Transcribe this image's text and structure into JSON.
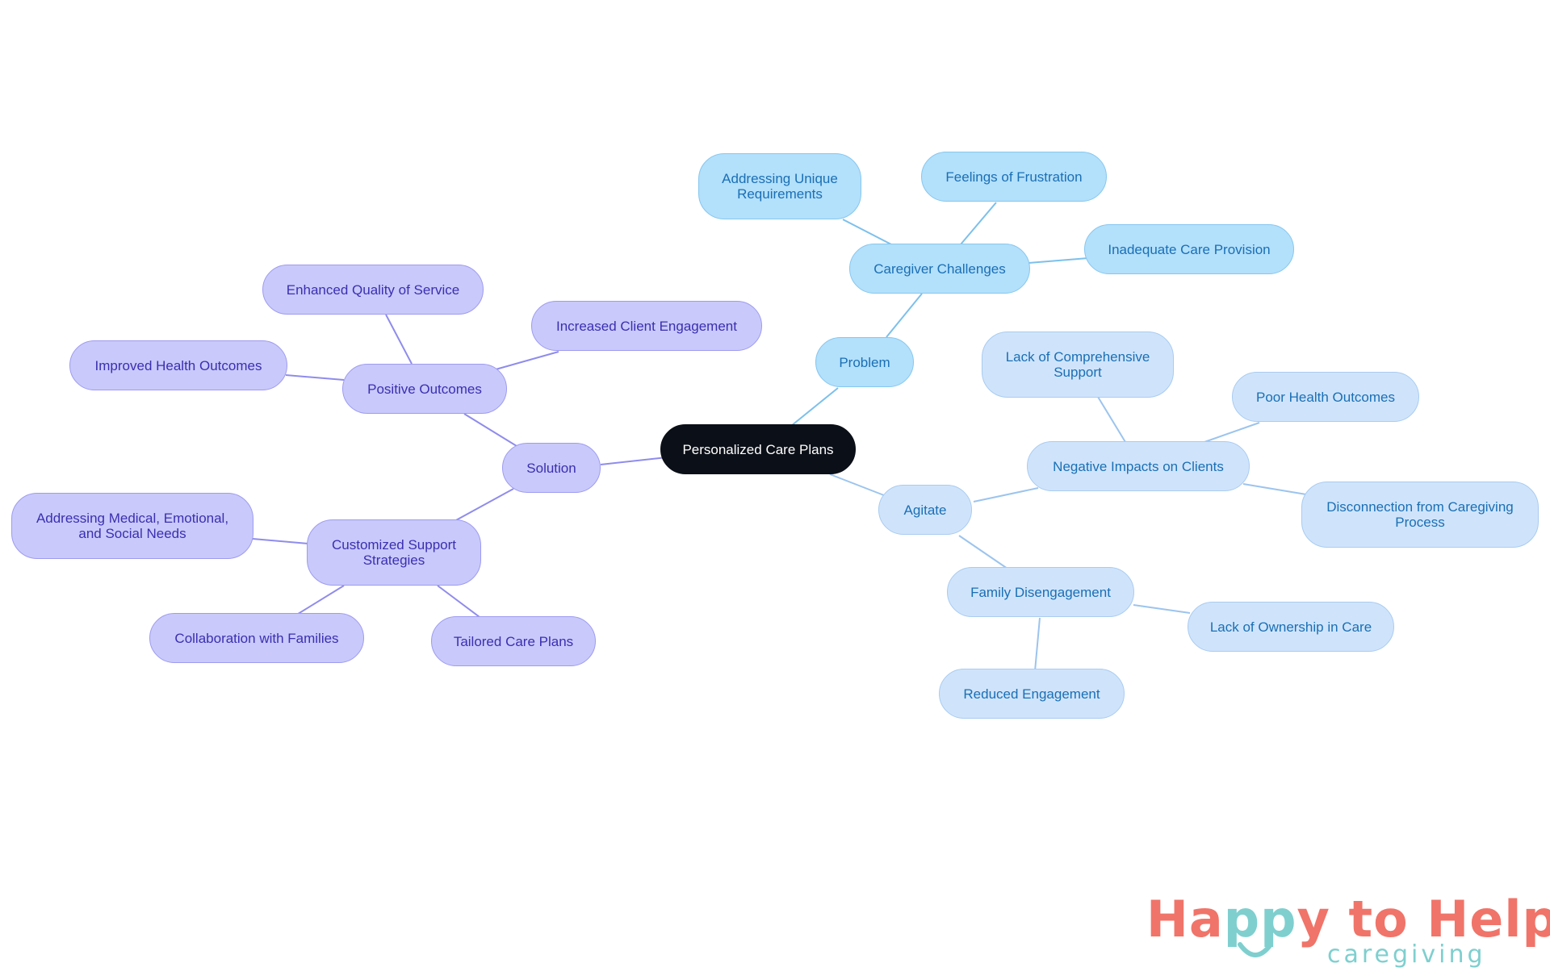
{
  "root": {
    "label": "Personalized Care Plans"
  },
  "solution": {
    "label": "Solution",
    "positive_outcomes": {
      "label": "Positive Outcomes",
      "children": [
        "Enhanced Quality of Service",
        "Increased Client Engagement",
        "Improved Health Outcomes"
      ]
    },
    "customized_support": {
      "label": "Customized Support Strategies",
      "children": [
        "Addressing Medical, Emotional, and Social Needs",
        "Collaboration with Families",
        "Tailored Care Plans"
      ]
    }
  },
  "problem": {
    "label": "Problem",
    "caregiver_challenges": {
      "label": "Caregiver Challenges",
      "children": [
        "Addressing Unique Requirements",
        "Feelings of Frustration",
        "Inadequate Care Provision"
      ]
    }
  },
  "agitate": {
    "label": "Agitate",
    "negative_impacts": {
      "label": "Negative Impacts on Clients",
      "children": [
        "Lack of Comprehensive Support",
        "Poor Health Outcomes",
        "Disconnection from Caregiving Process"
      ]
    },
    "family_disengagement": {
      "label": "Family Disengagement",
      "children": [
        "Lack of Ownership in Care",
        "Reduced Engagement"
      ]
    }
  },
  "logo": {
    "main": "Happy to Help",
    "sub": "caregiving"
  },
  "colors": {
    "root": "#0b0f17",
    "purple_branch": "#c9c9fb",
    "blue_branch": "#b3e0fb",
    "light_blue_branch": "#cfe4fb",
    "logo_coral": "#f07469",
    "logo_teal": "#7fcfcf"
  }
}
